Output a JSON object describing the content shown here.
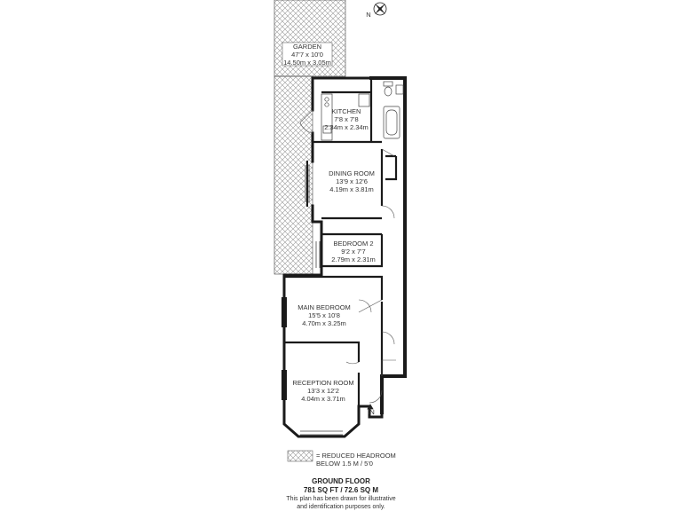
{
  "compass": {
    "label": "N"
  },
  "rooms": [
    {
      "id": "garden",
      "name": "GARDEN",
      "imperial": "47'7 x 10'0",
      "metric": "14.50m x 3.05m"
    },
    {
      "id": "kitchen",
      "name": "KITCHEN",
      "imperial": "7'8 x 7'8",
      "metric": "2.34m x 2.34m"
    },
    {
      "id": "dining",
      "name": "DINING ROOM",
      "imperial": "13'9 x 12'6",
      "metric": "4.19m x 3.81m"
    },
    {
      "id": "bedroom2",
      "name": "BEDROOM 2",
      "imperial": "9'2 x 7'7",
      "metric": "2.79m x 2.31m"
    },
    {
      "id": "main_bedroom",
      "name": "MAIN BEDROOM",
      "imperial": "15'5 x 10'8",
      "metric": "4.70m x 3.25m"
    },
    {
      "id": "reception",
      "name": "RECEPTION ROOM",
      "imperial": "13'3 x 12'2",
      "metric": "4.04m x 3.71m"
    }
  ],
  "entrance": {
    "label": "IN"
  },
  "legend": {
    "line1": "= REDUCED HEADROOM",
    "line2": "BELOW 1.5 M / 5'0"
  },
  "floor": {
    "title": "GROUND FLOOR",
    "area": "781 SQ FT / 72.6 SQ M"
  },
  "disclaimer": {
    "line1": "This plan has been drawn for illustrative",
    "line2": "and identification purposes only."
  },
  "colors": {
    "wall": "#1a1a1a",
    "hatch": "#9a9a9a",
    "line": "#444444"
  }
}
